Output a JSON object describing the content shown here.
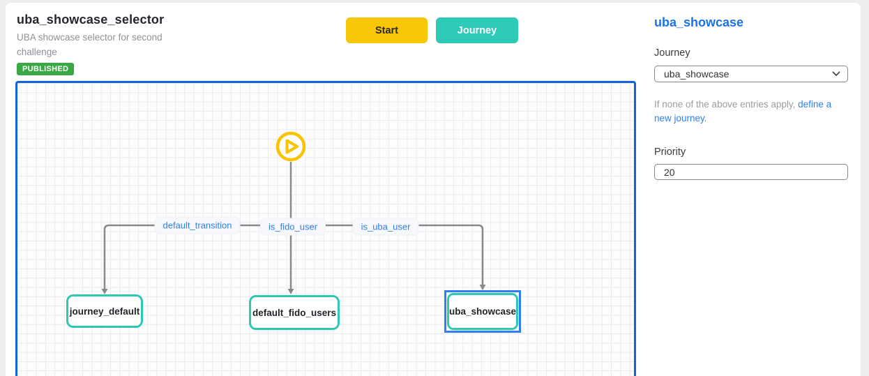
{
  "header": {
    "title": "uba_showcase_selector",
    "subtitle": "UBA showcase selector for second challenge",
    "status_badge": "PUBLISHED"
  },
  "toolbar": {
    "start_label": "Start",
    "journey_label": "Journey"
  },
  "canvas": {
    "start_node_icon": "play-icon",
    "edges": [
      {
        "label": "default_transition"
      },
      {
        "label": "is_fido_user"
      },
      {
        "label": "is_uba_user"
      }
    ],
    "nodes": [
      {
        "label": "journey_default",
        "selected": false
      },
      {
        "label": "default_fido_users",
        "selected": false
      },
      {
        "label": "uba_showcase",
        "selected": true
      }
    ]
  },
  "sidebar": {
    "title": "uba_showcase",
    "journey_label": "Journey",
    "journey_select_value": "uba_showcase",
    "help_text_prefix": "If none of the above entries apply, ",
    "help_link_text": "define a new journey.",
    "priority_label": "Priority",
    "priority_value": "20"
  },
  "colors": {
    "badge_green": "#39a845",
    "start_yellow": "#f9c606",
    "teal": "#2ecab8",
    "node_teal_border": "#2ec9b4",
    "canvas_border_blue": "#1565d8",
    "selection_blue": "#2f7ff2",
    "sidebar_title_blue": "#1a73e8",
    "link_blue": "#2f7fe8",
    "edge_line_gray": "#898989"
  }
}
